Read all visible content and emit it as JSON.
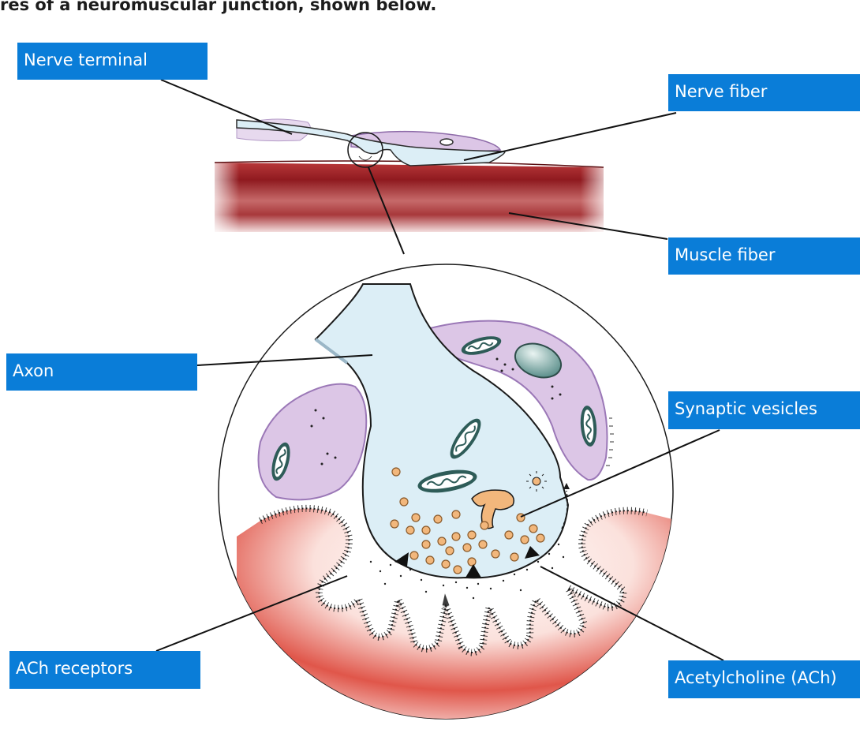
{
  "heading": "res of a neuromuscular junction, shown below.",
  "labels": {
    "nerve_terminal": "Nerve terminal",
    "nerve_fiber": "Nerve fiber",
    "muscle_fiber": "Muscle fiber",
    "axon": "Axon",
    "synaptic_vesicles": "Synaptic vesicles",
    "ach_receptors": "ACh receptors",
    "acetylcholine": "Acetylcholine (ACh)"
  },
  "colors": {
    "label_background": "#0a7dd8",
    "label_text": "#ffffff",
    "muscle": "#a4242a",
    "axon": "#dceef6",
    "schwann_cell": "#dcc6e6",
    "vesicle": "#f2b77c"
  }
}
